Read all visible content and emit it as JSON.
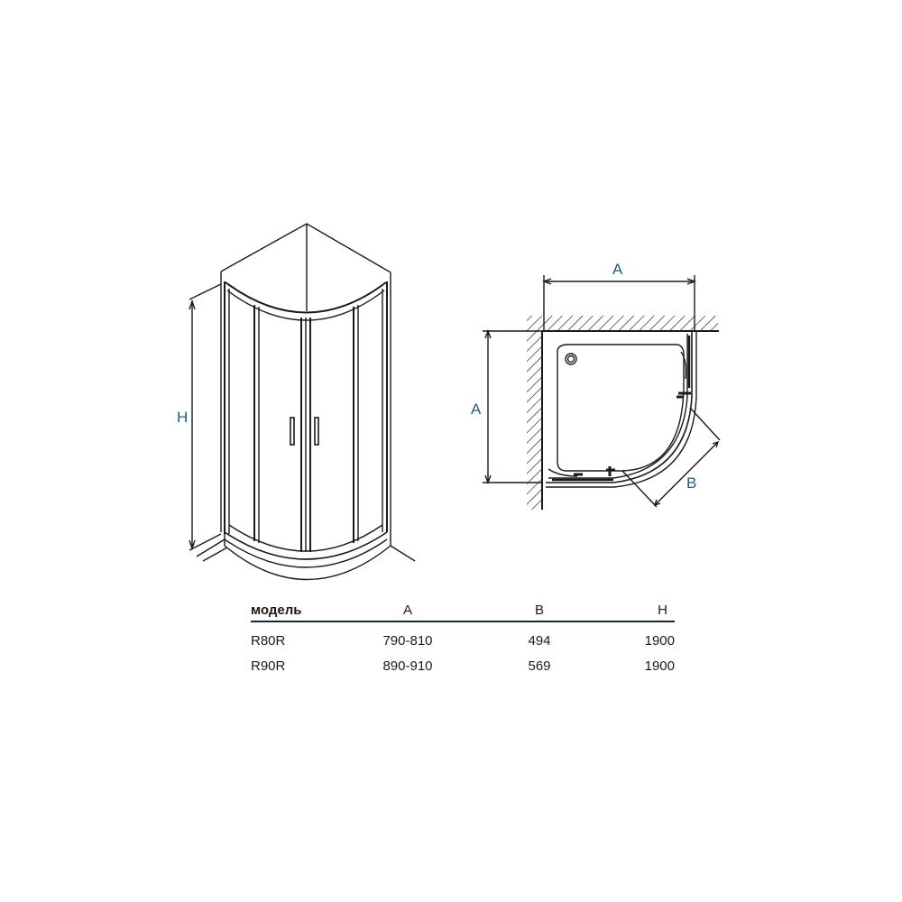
{
  "diagram": {
    "perspective_view": {
      "height_label": "H"
    },
    "plan_view": {
      "width_label_top": "A",
      "width_label_left": "A",
      "diagonal_label": "B"
    }
  },
  "table": {
    "headers": [
      "модель",
      "A",
      "B",
      "H"
    ],
    "rows": [
      {
        "model": "R80R",
        "A": "790-810",
        "B": "494",
        "H": "1900"
      },
      {
        "model": "R90R",
        "A": "890-910",
        "B": "569",
        "H": "1900"
      }
    ]
  },
  "colors": {
    "label": "#1f5e82",
    "line": "#1a1a1a",
    "table_rule": "#14283a"
  }
}
